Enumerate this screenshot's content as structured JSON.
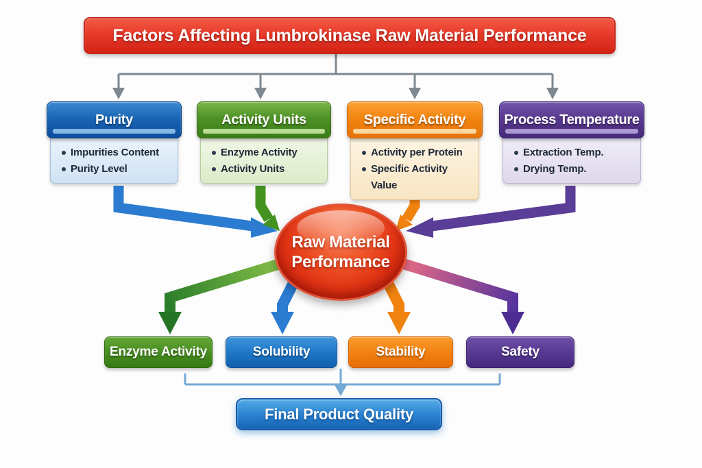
{
  "title": "Factors Affecting Lumbrokinase Raw Material Performance",
  "factors": [
    {
      "label": "Purity",
      "items": [
        "Impurities Content",
        "Purity Level"
      ],
      "color": "#1a66b4"
    },
    {
      "label": "Activity Units",
      "items": [
        "Enzyme Activity",
        "Activity Units"
      ],
      "color": "#4e9226"
    },
    {
      "label": "Specific Activity",
      "items": [
        "Activity per Protein",
        "Specific Activity Value"
      ],
      "color": "#f28511"
    },
    {
      "label": "Process Temperature",
      "items": [
        "Extraction Temp.",
        "Drying Temp."
      ],
      "color": "#58398f"
    }
  ],
  "center": {
    "line1": "Raw Material",
    "line2": "Performance",
    "color": "#dd2f12"
  },
  "outcomes": [
    {
      "label": "Enzyme Activity",
      "color": "#468c1f"
    },
    {
      "label": "Solubility",
      "color": "#1d74c4"
    },
    {
      "label": "Stability",
      "color": "#f17f0f"
    },
    {
      "label": "Safety",
      "color": "#553791"
    }
  ],
  "final": {
    "label": "Final Product Quality",
    "color": "#2b84d2"
  },
  "palette": {
    "title_red": "#e83a2a",
    "connector_gray": "#7e8890",
    "bracket_blue": "#74a9d6",
    "band_green_start": "#8bc34a",
    "band_green_end": "#2a7d29",
    "band_pink_start": "#ef6f85",
    "band_purple_end": "#54339c"
  }
}
